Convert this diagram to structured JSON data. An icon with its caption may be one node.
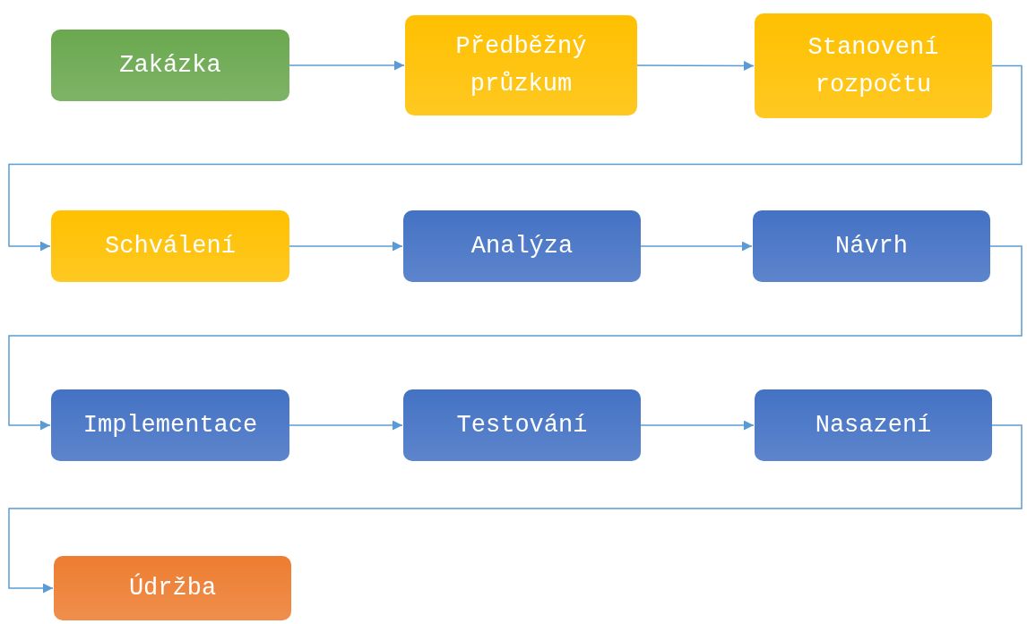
{
  "diagram": {
    "nodes": [
      {
        "text": [
          "Zakázka"
        ]
      },
      {
        "text": [
          "Předběžný průzkum"
        ]
      },
      {
        "text": [
          "Stanovení rozpočtu"
        ]
      },
      {
        "text": [
          "Schválení"
        ]
      },
      {
        "text": [
          "Analýza"
        ]
      },
      {
        "text": [
          "Návrh"
        ]
      },
      {
        "text": [
          "Implementace"
        ]
      },
      {
        "text": [
          "Testování"
        ]
      },
      {
        "text": [
          "Nasazení"
        ]
      },
      {
        "text": [
          "Údržba"
        ]
      }
    ],
    "edges": [
      {
        "from": 0,
        "to": 1,
        "arrow": "to"
      },
      {
        "from": 1,
        "to": 2,
        "arrow": "to"
      },
      {
        "from": 2,
        "to": 3,
        "arrow": "to"
      },
      {
        "from": 3,
        "to": 4,
        "arrow": "to"
      },
      {
        "from": 4,
        "to": 5,
        "arrow": "to"
      },
      {
        "from": 5,
        "to": 6,
        "arrow": "to"
      },
      {
        "from": 6,
        "to": 7,
        "arrow": "to"
      },
      {
        "from": 7,
        "to": 8,
        "arrow": "to"
      },
      {
        "from": 8,
        "to": 9,
        "arrow": "to"
      }
    ]
  }
}
